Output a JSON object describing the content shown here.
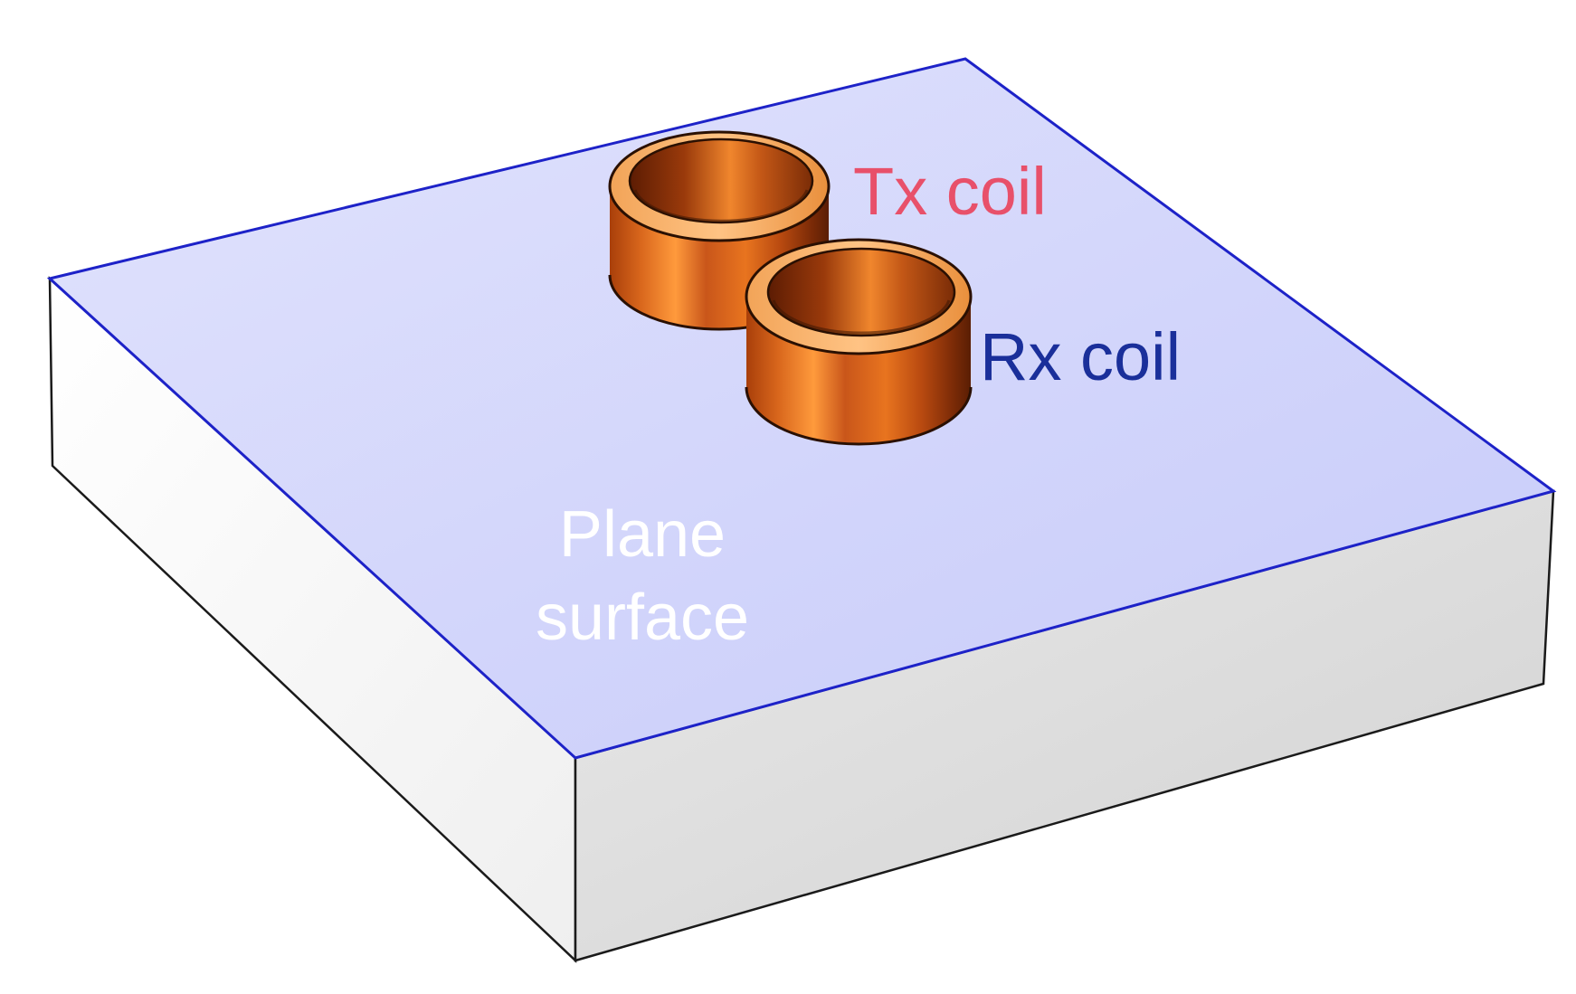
{
  "labels": {
    "tx": "Tx coil",
    "rx": "Rx coil",
    "plane_line1": "Plane",
    "plane_line2": "surface"
  },
  "colors": {
    "tx_label": "#e8506a",
    "rx_label": "#1a2f9a",
    "plane_label": "#ffffff",
    "plane_top": "#d3d5fb",
    "plane_edge": "#1d22c8",
    "side_front": "#d9d9d9",
    "side_left": "#f6f6f6",
    "coil_copper": "#d4641a",
    "coil_rim": "#f5a25a"
  }
}
